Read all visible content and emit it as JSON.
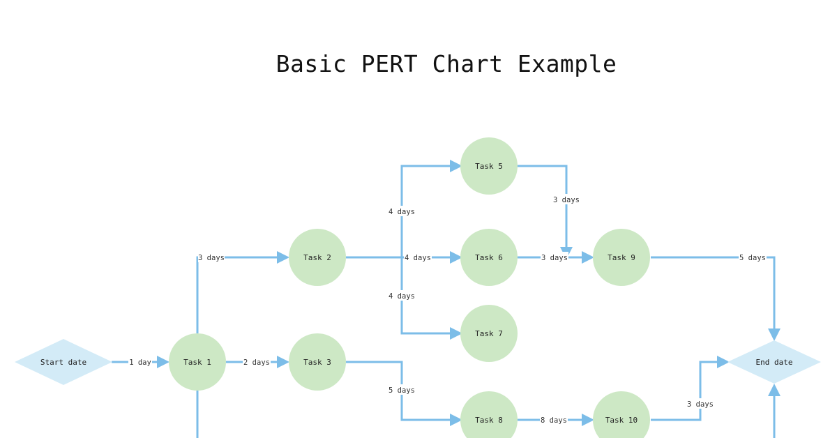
{
  "title": "Basic PERT Chart Example",
  "colors": {
    "task_fill": "#cde8c5",
    "milestone_fill": "#d3ebf7",
    "arrow": "#7cbde8",
    "label_bg": "#ffffff"
  },
  "nodes": {
    "start": "Start date",
    "task1": "Task 1",
    "task2": "Task 2",
    "task3": "Task 3",
    "task5": "Task 5",
    "task6": "Task 6",
    "task7": "Task 7",
    "task8": "Task 8",
    "task9": "Task 9",
    "task10": "Task 10",
    "end": "End date"
  },
  "durations": {
    "start_task1": "1 day",
    "task1_task2": "3 days",
    "task1_task3": "2 days",
    "task2_task5": "4 days",
    "task2_task6": "4 days",
    "task2_task7": "4 days",
    "task3_task8": "5 days",
    "task5_task9": "3 days",
    "task6_task9": "3 days",
    "task8_task10": "8 days",
    "task9_end": "5 days",
    "task10_end": "3 days"
  }
}
